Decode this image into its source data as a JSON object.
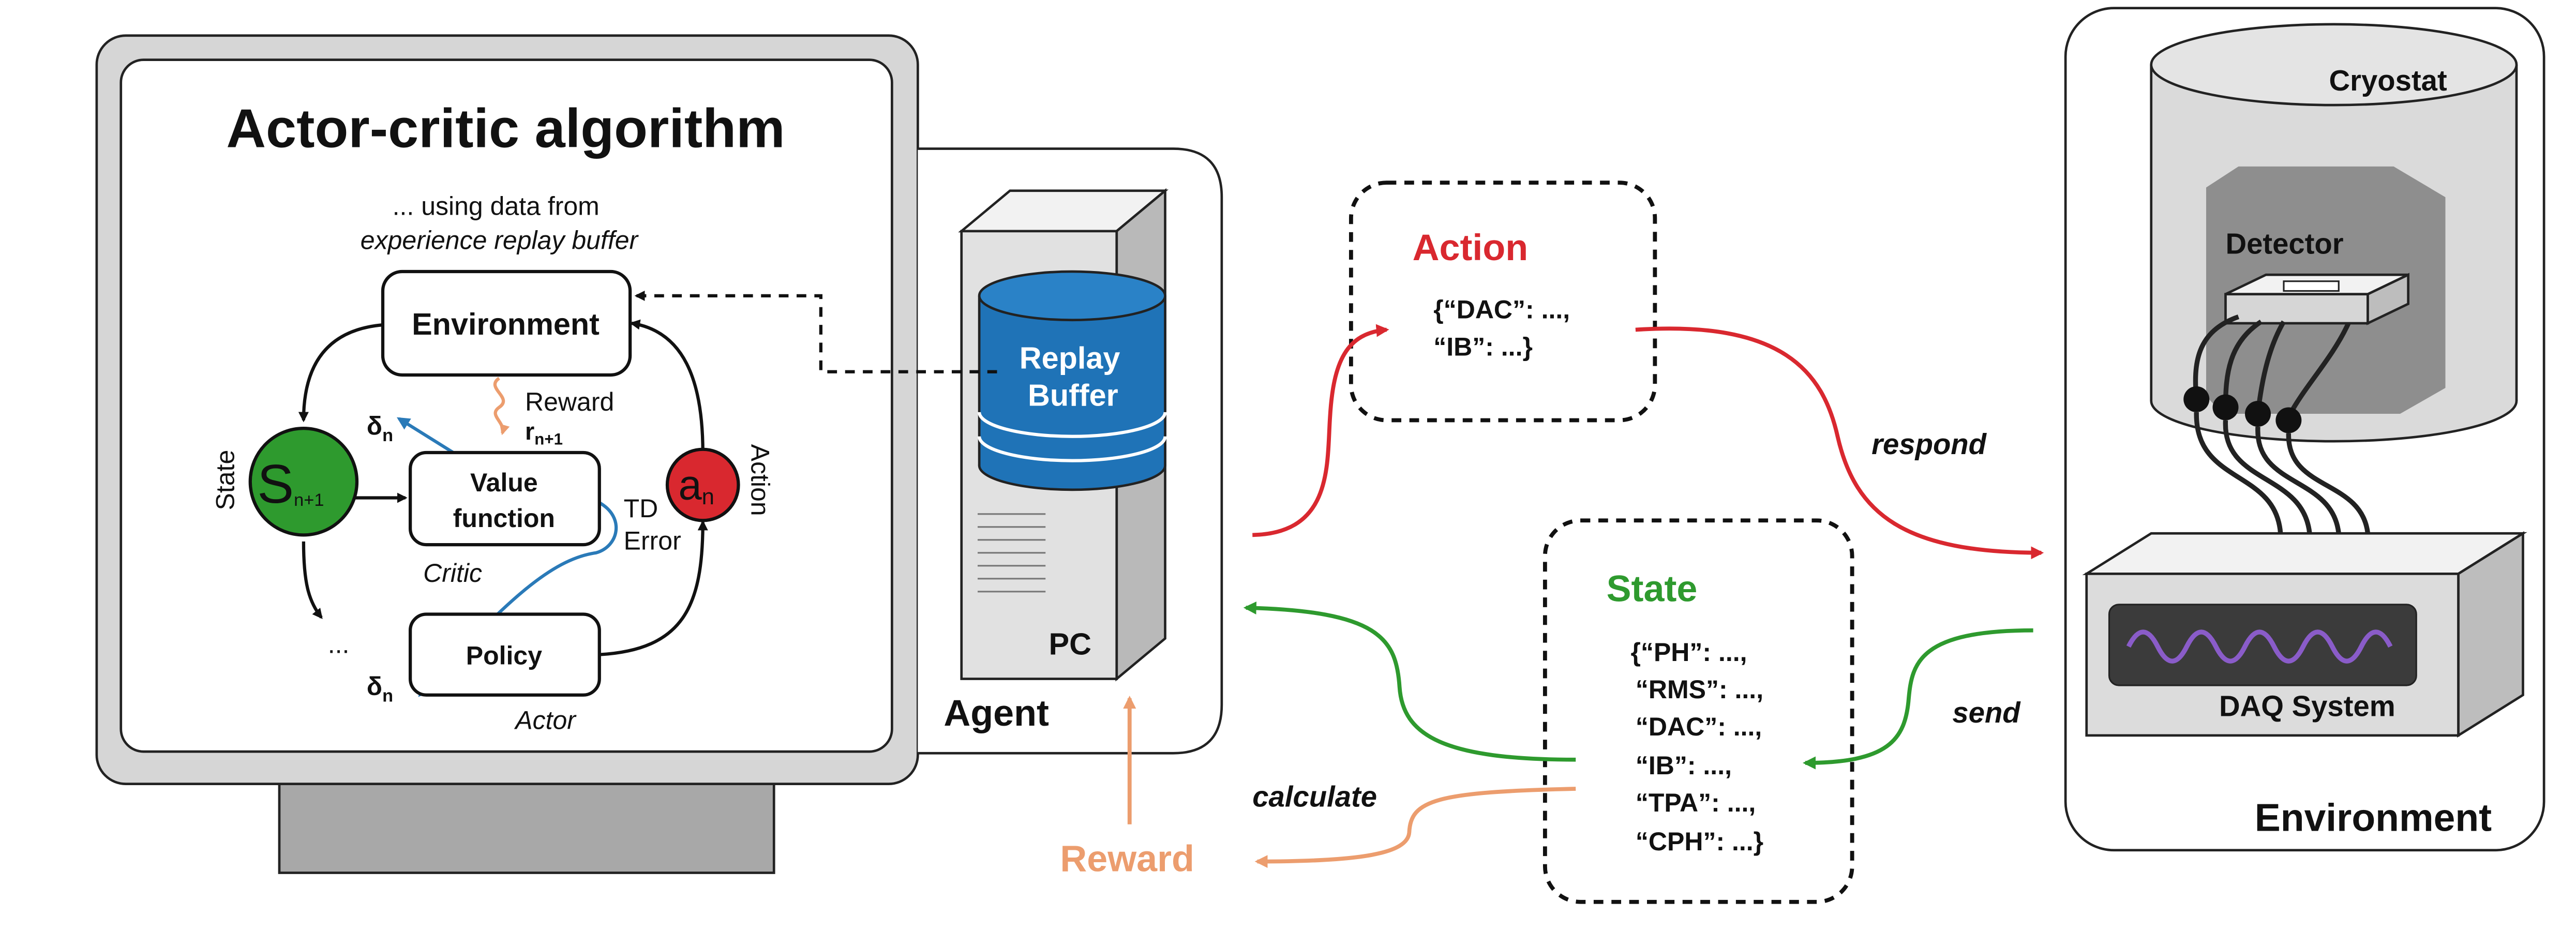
{
  "actor_critic": {
    "title": "Actor-critic algorithm",
    "note_line1": "... using data from",
    "note_line2": "experience replay buffer",
    "environment_label": "Environment",
    "reward_label": "Reward",
    "reward_symbol": "r",
    "reward_subscript": "n+1",
    "state_label": "State",
    "state_symbol": "S",
    "state_subscript": "n+1",
    "delta_symbol": "δ",
    "delta_subscript": "n",
    "value_function_line1": "Value",
    "value_function_line2": "function",
    "critic_label": "Critic",
    "td_line1": "TD",
    "td_line2": "Error",
    "action_label": "Action",
    "action_symbol": "a",
    "action_subscript": "n",
    "ellipsis": "...",
    "policy_label": "Policy",
    "actor_label": "Actor"
  },
  "agent": {
    "replay_line1": "Replay",
    "replay_line2": "Buffer",
    "pc_label": "PC",
    "agent_label": "Agent"
  },
  "action_box": {
    "title": "Action",
    "line1": "{“DAC”: ...,",
    "line2": "“IB”: ...}"
  },
  "state_box": {
    "title": "State",
    "lines": [
      "{“PH”: ...,",
      "“RMS”: ...,",
      "“DAC”: ...,",
      "“IB”: ...,",
      "“TPA”: ...,",
      "“CPH”: ...}"
    ]
  },
  "flows": {
    "respond": "respond",
    "send": "send",
    "calculate": "calculate",
    "reward": "Reward"
  },
  "environment": {
    "cryostat_label": "Cryostat",
    "detector_label": "Detector",
    "daq_label": "DAQ System",
    "environment_label": "Environment"
  },
  "colors": {
    "action_red": "#d9282f",
    "state_green": "#2e9a2e",
    "reward_orange": "#ec9d6e",
    "buffer_blue": "#1f73b7",
    "arrow_blue": "#2a7ab8",
    "daq_purple": "#8a5cc9"
  }
}
